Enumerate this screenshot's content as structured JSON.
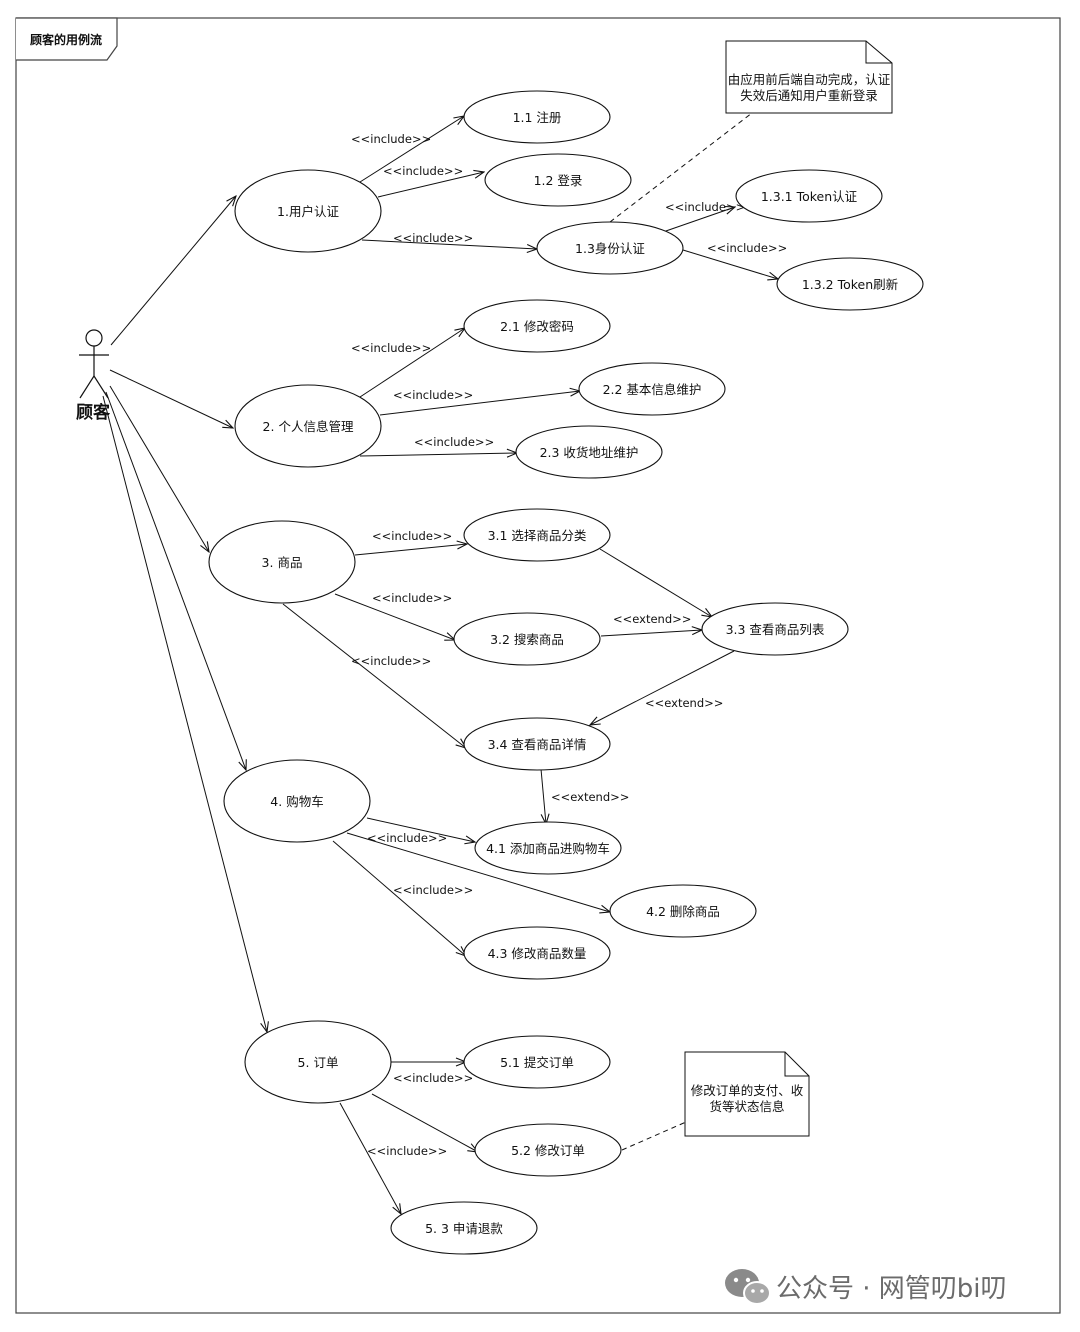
{
  "diagram": {
    "title": "顾客的用例流",
    "actor": "顾客",
    "use_cases": {
      "uc1": "1.用户认证",
      "uc11": "1.1 注册",
      "uc12": "1.2 登录",
      "uc13": "1.3身份认证",
      "uc131": "1.3.1 Token认证",
      "uc132": "1.3.2 Token刷新",
      "uc2": "2. 个人信息管理",
      "uc21": "2.1 修改密码",
      "uc22": "2.2 基本信息维护",
      "uc23": "2.3 收货地址维护",
      "uc3": "3. 商品",
      "uc31": "3.1 选择商品分类",
      "uc32": "3.2 搜索商品",
      "uc33": "3.3 查看商品列表",
      "uc34": "3.4 查看商品详情",
      "uc4": "4. 购物车",
      "uc41": "4.1 添加商品进购物车",
      "uc42": "4.2 删除商品",
      "uc43": "4.3 修改商品数量",
      "uc5": "5. 订单",
      "uc51": "5.1 提交订单",
      "uc52": "5.2 修改订单",
      "uc53": "5. 3 申请退款"
    },
    "stereotypes": {
      "include": "<<include>>",
      "extend": "<<extend>>"
    },
    "notes": {
      "auth": [
        "由应用前后端自动完成，认证",
        "失效后通知用户重新登录"
      ],
      "order": [
        "修改订单的支付、收",
        "货等状态信息"
      ]
    }
  },
  "watermark": {
    "icon": "wechat-icon",
    "text": "公众号 · 网管叨bi叨"
  }
}
